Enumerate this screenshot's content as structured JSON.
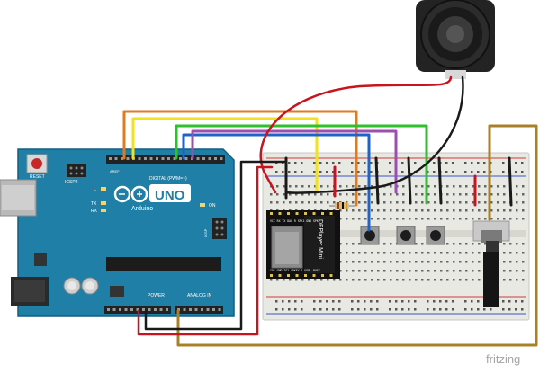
{
  "arduino": {
    "reset_label": "RESET",
    "icsp2_label": "ICSP2",
    "icsp_label": "ICSP",
    "digital_label": "DIGITAL (PWM=~)",
    "aref_label": "AREF",
    "led_l_label": "L",
    "led_tx_label": "TX",
    "led_rx_label": "RX",
    "on_label": "ON",
    "model_label": "UNO",
    "brand_label": "Arduino",
    "power_label": "POWER",
    "analog_label": "ANALOG IN",
    "board_color": "#1f7fa6"
  },
  "dfplayer": {
    "name_label": "DFPlayer Mini",
    "pin_labels_top": "VCC RX TX DAC R SPK1 GND SPK2",
    "pin_labels_bottom": "IO1 GND IO2 ADKEY 1 USB- BUSY"
  },
  "watermark": {
    "text": "fritzing"
  },
  "wire_colors": {
    "orange": "#e07b20",
    "yellow": "#f2e21b",
    "blue": "#1d63c8",
    "purple": "#9b4fb0",
    "green": "#2ec02e",
    "red": "#c8141e",
    "black": "#1a1a1a",
    "brown": "#a8802a"
  }
}
